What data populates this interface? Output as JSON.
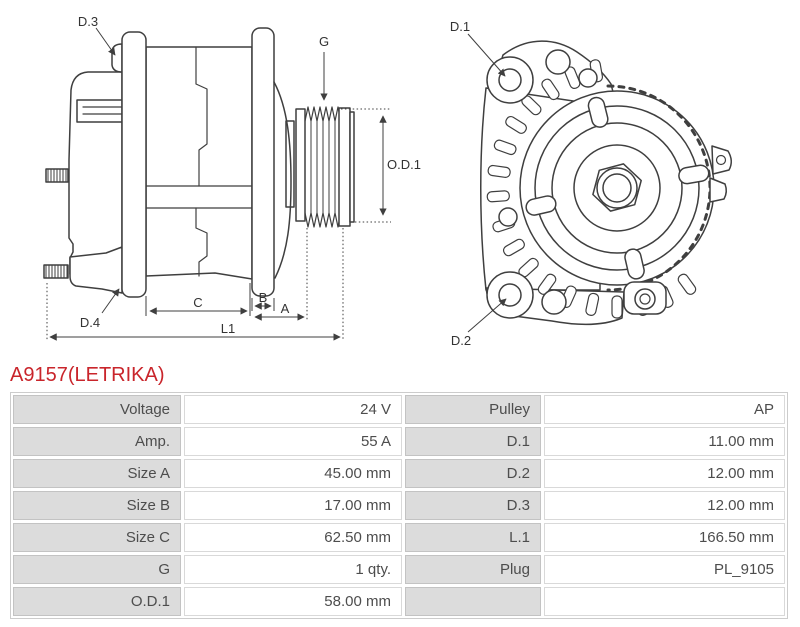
{
  "title": "A9157(LETRIKA)",
  "accent_red": "#c9252b",
  "diagram": {
    "side": {
      "d3": "D.3",
      "g": "G",
      "od1": "O.D.1",
      "d4": "D.4",
      "c": "C",
      "b": "B",
      "a": "A",
      "l1": "L1"
    },
    "front": {
      "d1": "D.1",
      "d2": "D.2"
    }
  },
  "table": {
    "rows": [
      [
        "Voltage",
        "24 V",
        "Pulley",
        "AP"
      ],
      [
        "Amp.",
        "55 A",
        "D.1",
        "11.00 mm"
      ],
      [
        "Size A",
        "45.00 mm",
        "D.2",
        "12.00 mm"
      ],
      [
        "Size B",
        "17.00 mm",
        "D.3",
        "12.00 mm"
      ],
      [
        "Size C",
        "62.50 mm",
        "L.1",
        "166.50 mm"
      ],
      [
        "G",
        "1 qty.",
        "Plug",
        "PL_9105"
      ],
      [
        "O.D.1",
        "58.00 mm",
        "",
        ""
      ]
    ]
  }
}
